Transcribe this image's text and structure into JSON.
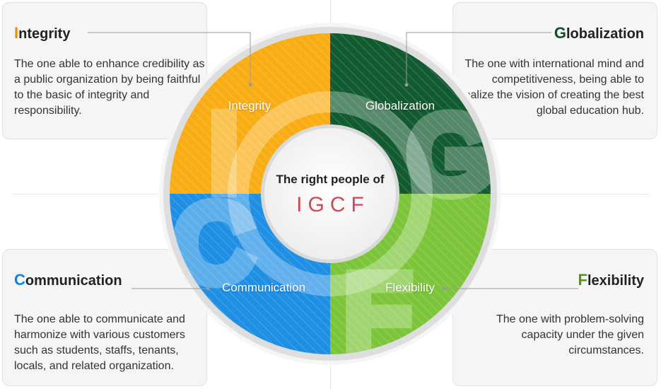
{
  "center": {
    "title": "The right people of",
    "acronym": "IGCF"
  },
  "quadrants": [
    {
      "key": "integrity",
      "initial": "I",
      "rest": "ntegrity",
      "label": "Integrity",
      "description": "The one able to enhance credibility as a public organization by being faithful to the basic of integrity and responsibility.",
      "color": "#f9ad14",
      "accent": "#f08a0a",
      "watermark": "I"
    },
    {
      "key": "globalization",
      "initial": "G",
      "rest": "lobalization",
      "label": "Globalization",
      "description": "The one with international mind and competitiveness, being able to realize the vision of creating the best global education hub.",
      "color": "#125a2f",
      "accent": "#0f4f2a",
      "watermark": "G"
    },
    {
      "key": "communication",
      "initial": "C",
      "rest": "ommunication",
      "label": "Communication",
      "description": "The one able to communicate and harmonize with various customers such as students, staffs, tenants, locals, and related organization.",
      "color": "#1f8fe4",
      "accent": "#0f86d9",
      "watermark": "C"
    },
    {
      "key": "flexibility",
      "initial": "F",
      "rest": "lexibility",
      "label": "Flexibility",
      "description": "The one with problem-solving capacity under the given circumstances.",
      "color": "#7cc53a",
      "accent": "#4f9a12",
      "watermark": "F"
    }
  ]
}
